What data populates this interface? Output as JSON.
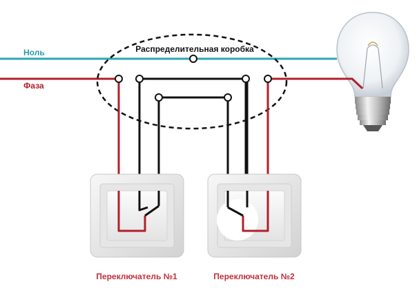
{
  "labels": {
    "neutral": "Ноль",
    "phase": "Фаза",
    "junction_box": "Распределительная коробка",
    "switch1": "Переключатель №1",
    "switch2": "Переключатель №2"
  },
  "colors": {
    "neutral_wire": "#2aa7b0",
    "phase_wire": "#b0202a",
    "traveler_wire": "#111111",
    "neutral_label": "#2a9aa6",
    "phase_label": "#b0202a",
    "switch_label": "#c0303a",
    "box_outline": "#111111"
  },
  "icons": {
    "lamp": "light-bulb-icon",
    "switch": "wall-switch-icon",
    "terminal": "terminal-circle-icon"
  }
}
